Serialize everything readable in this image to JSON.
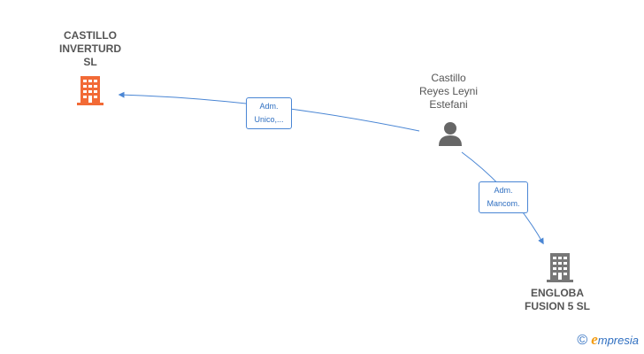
{
  "nodes": {
    "castillo_inverturd": {
      "line1": "CASTILLO",
      "line2": "INVERTURD",
      "line3": "SL",
      "color": "#f26a36"
    },
    "person": {
      "line1": "Castillo",
      "line2": "Reyes Leyni",
      "line3": "Estefani",
      "color": "#666666"
    },
    "engloba": {
      "line1": "ENGLOBA",
      "line2": "FUSION 5  SL",
      "color": "#777777"
    }
  },
  "edges": [
    {
      "from": "person",
      "to": "castillo_inverturd",
      "label1": "Adm.",
      "label2": "Unico,..."
    },
    {
      "from": "person",
      "to": "engloba",
      "label1": "Adm.",
      "label2": "Mancom."
    }
  ],
  "colors": {
    "edge": "#4a86d4"
  },
  "footer": {
    "copyright": "©",
    "brand_initial": "e",
    "brand_rest": "mpresia"
  }
}
